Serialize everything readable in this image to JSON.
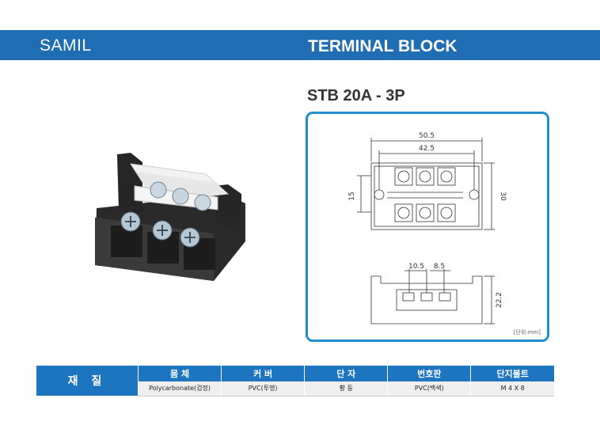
{
  "header": {
    "brand": "SAMIL",
    "title": "TERMINAL BLOCK"
  },
  "product": {
    "model": "STB 20A - 3P"
  },
  "diagram": {
    "dim_overall_width": "50.5",
    "dim_pitch_span": "42.5",
    "dim_mount_height": "15",
    "dim_total_height": "30",
    "dim_pitch_a": "10.5",
    "dim_pitch_b": "8.5",
    "dim_side_height": "22.2",
    "unit_note": "[단위:mm]"
  },
  "material": {
    "row_label": "재 질",
    "headers": [
      "몸 체",
      "커 버",
      "단 자",
      "번호판",
      "단지볼트"
    ],
    "values": [
      "Polycarbonate(검정)",
      "PVC(투명)",
      "황 동",
      "PVC(백색)",
      "M 4 X 8"
    ]
  },
  "colors": {
    "accent": "#1f6db3",
    "frame": "#1f8fd0"
  }
}
